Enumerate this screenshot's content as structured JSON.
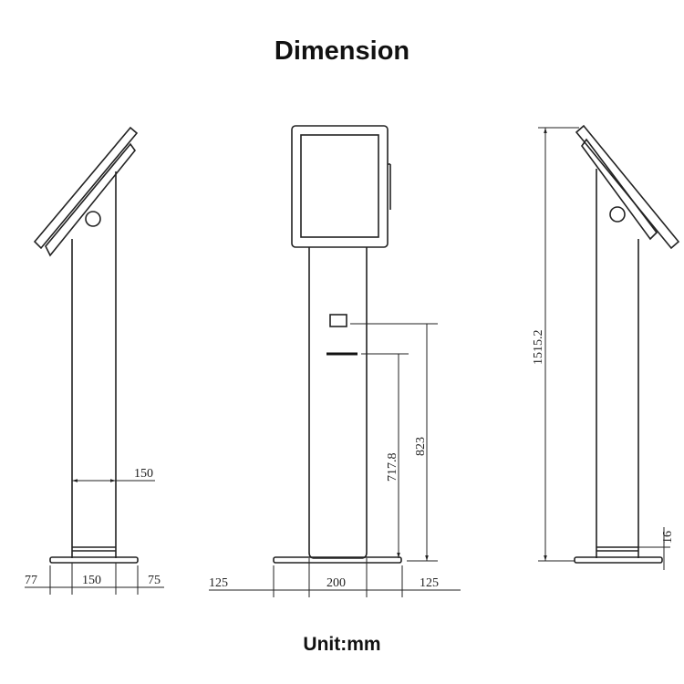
{
  "title": "Dimension",
  "unit": "Unit:mm",
  "left_view": {
    "pole_width": "150",
    "offset_left": "77",
    "base_width": "150",
    "offset_right": "75"
  },
  "front_view": {
    "offset_left": "125",
    "pole_width": "200",
    "offset_right": "125",
    "slot_height": "823",
    "card_height": "717.8"
  },
  "side_view": {
    "total_height": "1515.2",
    "base_height": "16"
  }
}
